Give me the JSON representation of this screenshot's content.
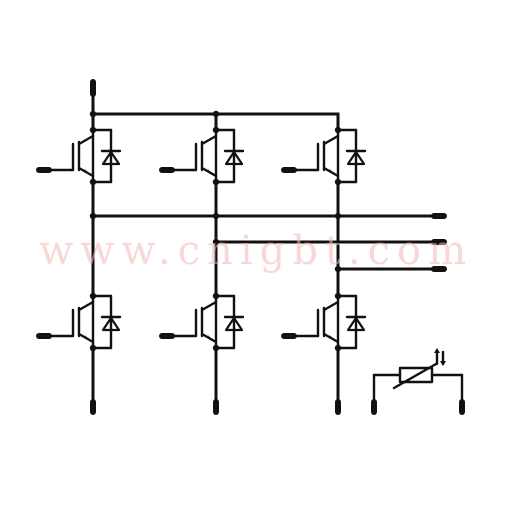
{
  "watermark": {
    "text": "www.cnigbt.com",
    "color": "#f4b8b8"
  },
  "diagram": {
    "type": "three-phase IGBT bridge with NTC thermistor",
    "line_color": "#111111",
    "phase_legs": 3,
    "switches_per_leg": 2,
    "phase_outputs": 3,
    "thermistor": true
  }
}
